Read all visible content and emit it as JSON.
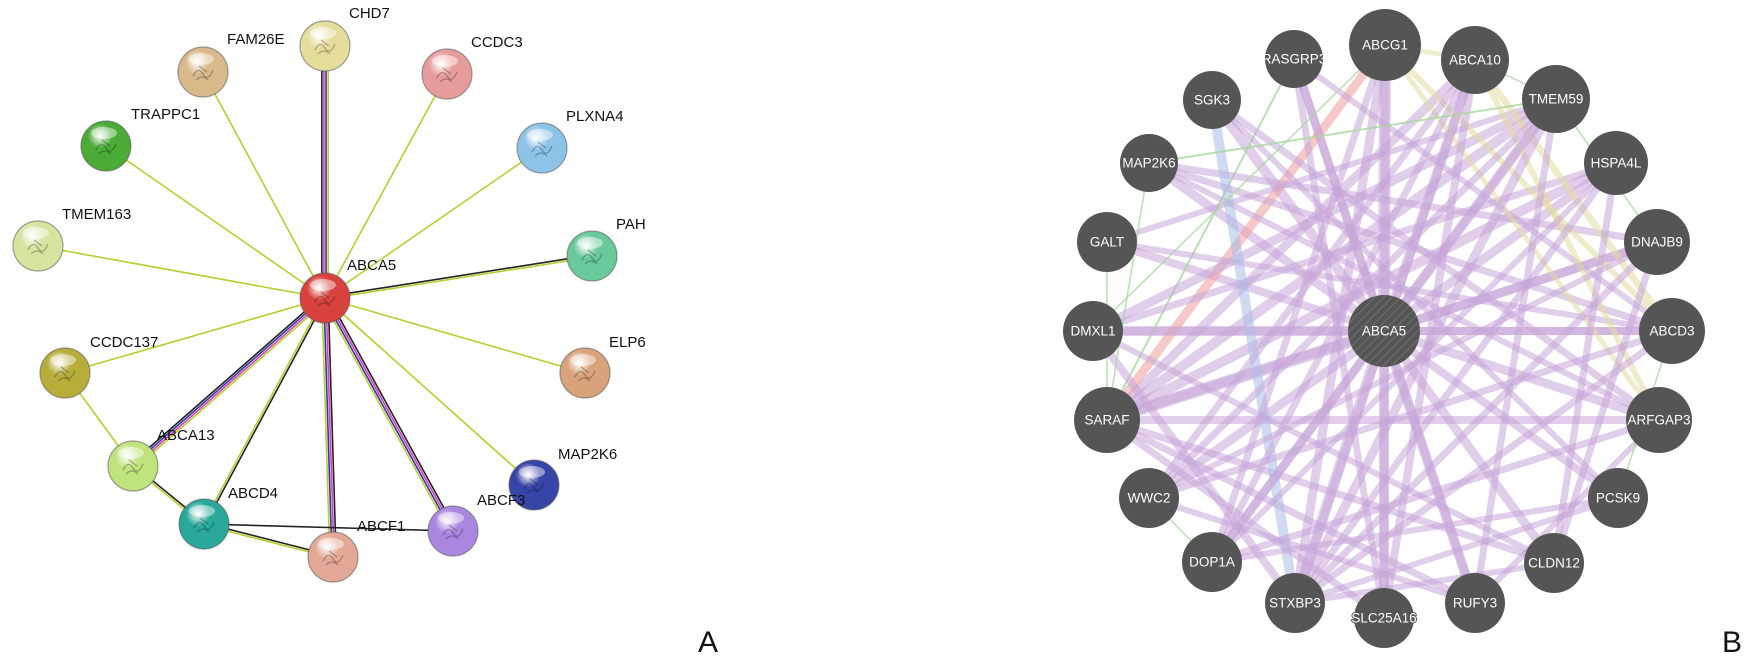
{
  "panel_a": {
    "letter": "A",
    "center": {
      "label": "ABCA5",
      "color": "#d9413d"
    },
    "nodes": [
      {
        "label": "CHD7",
        "color": "#e4dd9c"
      },
      {
        "label": "FAM26E",
        "color": "#d9b98a"
      },
      {
        "label": "CCDC3",
        "color": "#e79c9c"
      },
      {
        "label": "TRAPPC1",
        "color": "#4bab37"
      },
      {
        "label": "PLXNA4",
        "color": "#8ec3e8"
      },
      {
        "label": "TMEM163",
        "color": "#d3e59f"
      },
      {
        "label": "PAH",
        "color": "#6ac99a"
      },
      {
        "label": "CCDC137",
        "color": "#b7ae3a"
      },
      {
        "label": "ELP6",
        "color": "#d8a27a"
      },
      {
        "label": "ABCA13",
        "color": "#bfe37d"
      },
      {
        "label": "MAP2K6",
        "color": "#3845a8"
      },
      {
        "label": "ABCD4",
        "color": "#2aa89b"
      },
      {
        "label": "ABCF3",
        "color": "#a987e0"
      },
      {
        "label": "ABCF1",
        "color": "#e3a896"
      }
    ],
    "edge_colors": {
      "textmining": "#b6cf2e",
      "experiments": "#d73ec0",
      "database": "#2d3a9a",
      "coexpression": "#222222"
    }
  },
  "panel_b": {
    "letter": "B",
    "center": {
      "label": "ABCA5"
    },
    "node_color": "#555555",
    "nodes": [
      {
        "label": "ABCG1"
      },
      {
        "label": "ABCA10"
      },
      {
        "label": "TMEM59"
      },
      {
        "label": "HSPA4L"
      },
      {
        "label": "DNAJB9"
      },
      {
        "label": "ABCD3"
      },
      {
        "label": "ARFGAP3"
      },
      {
        "label": "PCSK9"
      },
      {
        "label": "CLDN12"
      },
      {
        "label": "RUFY3"
      },
      {
        "label": "SLC25A16"
      },
      {
        "label": "STXBP3"
      },
      {
        "label": "DOP1A"
      },
      {
        "label": "WWC2"
      },
      {
        "label": "SARAF"
      },
      {
        "label": "DMXL1"
      },
      {
        "label": "GALT"
      },
      {
        "label": "MAP2K6"
      },
      {
        "label": "SGK3"
      },
      {
        "label": "RASGRP3"
      }
    ],
    "edge_colors": {
      "coexpression": "#c7a6d8",
      "colocalization": "#a9bde6",
      "genetic": "#a8d8a0",
      "pathway": "#f19a9a",
      "shared_domains": "#e3dda0"
    }
  }
}
